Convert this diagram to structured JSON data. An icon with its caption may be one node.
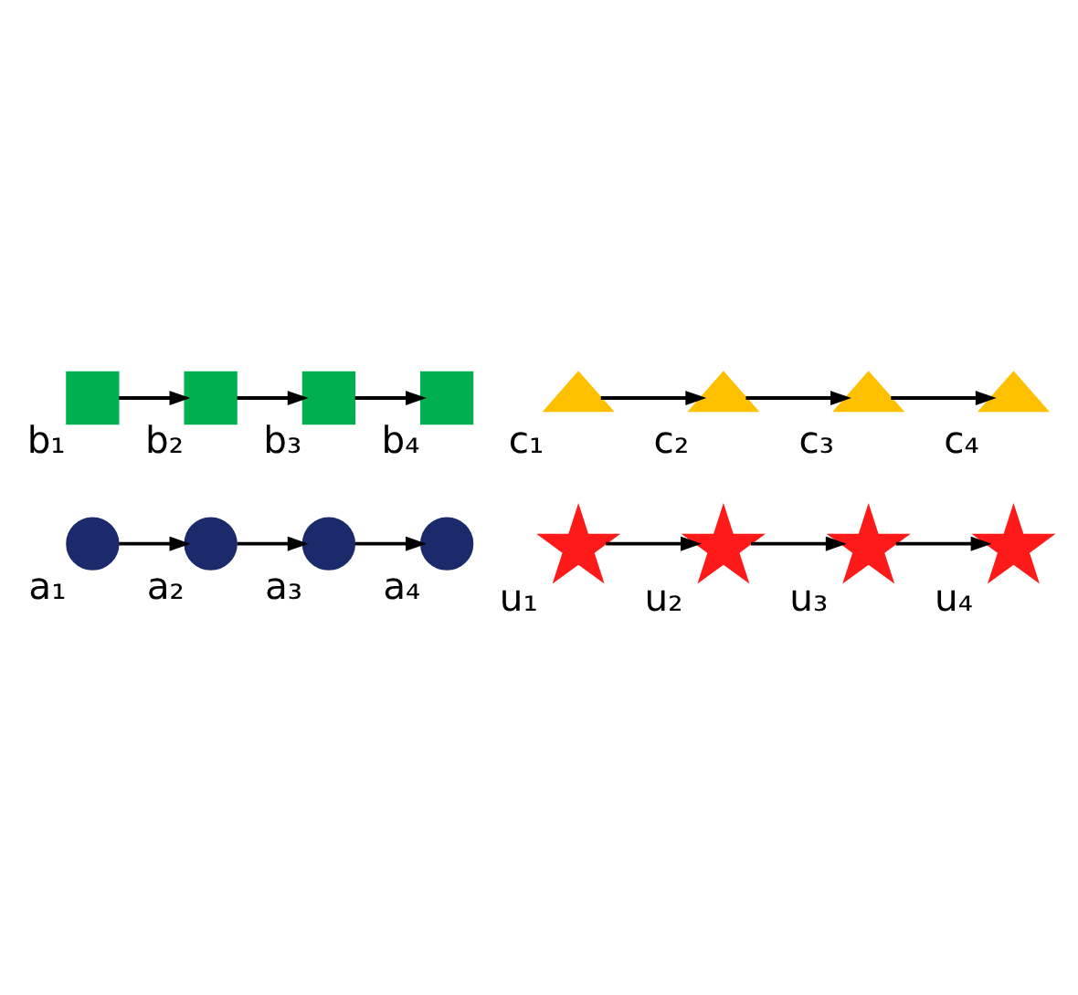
{
  "diagram": {
    "nodes": [
      {
        "text": [],
        "shape": "circle",
        "beside": [
          "a₁"
        ]
      },
      {
        "text": [],
        "shape": "circle",
        "beside": [
          "a₂"
        ]
      },
      {
        "text": [],
        "shape": "circle",
        "beside": [
          "a₃"
        ]
      },
      {
        "text": [],
        "shape": "circle",
        "beside": [
          "a₄"
        ]
      },
      {
        "text": [],
        "shape": "star",
        "beside": [
          "u₁"
        ]
      },
      {
        "text": [],
        "shape": "star",
        "beside": [
          "u₂"
        ]
      },
      {
        "text": [],
        "shape": "star",
        "beside": [
          "u₃"
        ]
      },
      {
        "text": [],
        "shape": "star",
        "beside": [
          "u₄"
        ]
      },
      {
        "text": [],
        "shape": "box",
        "beside": [
          "b₁"
        ]
      },
      {
        "text": [],
        "shape": "box",
        "beside": [
          "b₂"
        ]
      },
      {
        "text": [],
        "shape": "box",
        "beside": [
          "b₃"
        ]
      },
      {
        "text": [],
        "shape": "box",
        "beside": [
          "b₄"
        ]
      },
      {
        "text": [],
        "shape": "triangle",
        "beside": [
          "c₁"
        ]
      },
      {
        "text": [],
        "shape": "triangle",
        "beside": [
          "c₂"
        ]
      },
      {
        "text": [],
        "shape": "triangle",
        "beside": [
          "c₃"
        ]
      },
      {
        "text": [],
        "shape": "triangle",
        "beside": [
          "c₄"
        ]
      }
    ],
    "edges": [
      {
        "from": 0,
        "to": 1,
        "arrow": "to"
      },
      {
        "from": 1,
        "to": 2,
        "arrow": "to"
      },
      {
        "from": 2,
        "to": 3,
        "arrow": "to"
      },
      {
        "from": 4,
        "to": 5,
        "arrow": "to"
      },
      {
        "from": 5,
        "to": 6,
        "arrow": "to"
      },
      {
        "from": 6,
        "to": 7,
        "arrow": "to"
      },
      {
        "from": 8,
        "to": 9,
        "arrow": "to"
      },
      {
        "from": 9,
        "to": 10,
        "arrow": "to"
      },
      {
        "from": 10,
        "to": 11,
        "arrow": "to"
      },
      {
        "from": 12,
        "to": 13,
        "arrow": "to"
      },
      {
        "from": 13,
        "to": 14,
        "arrow": "to"
      },
      {
        "from": 14,
        "to": 15,
        "arrow": "to"
      }
    ]
  }
}
